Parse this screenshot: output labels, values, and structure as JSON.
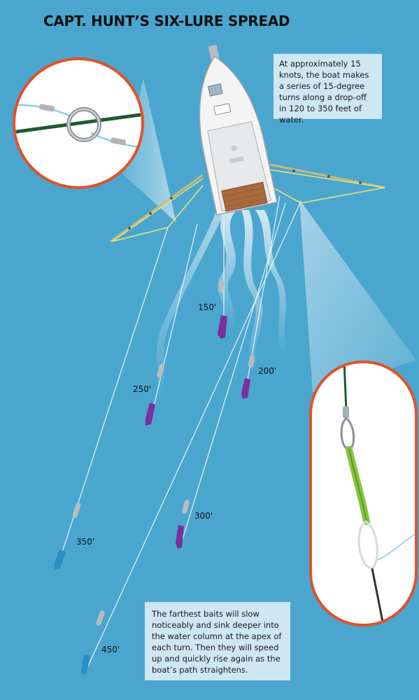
{
  "title": "CAPT. HUNT’S SIX-LURE SPREAD",
  "notes": {
    "speed_turns": "At approximately 15 knots, the boat makes a series of 15-degree turns along a drop-off in 120 to 350 feet of water.",
    "far_baits": "The farthest baits will slow noticeably and sink deeper into the water column at the apex of each turn. Then they will speed up and quickly rise again as the boat’s path straightens."
  },
  "distances": {
    "d150": "150'",
    "d200": "200'",
    "d250": "250'",
    "d300": "300'",
    "d350": "350'",
    "d450": "450'"
  },
  "colors": {
    "water": "#4aa6cf",
    "callout_border": "#e0522a",
    "outrigger": "#e6e27a",
    "deck": "#a86a3c",
    "swivel_green": "#86c440",
    "lure_purple": "#7a2f9c",
    "lure_teal": "#2a8ec2"
  },
  "icons": {
    "ring_detail": "ring-connector-icon",
    "swivel_detail": "snap-swivel-icon"
  }
}
